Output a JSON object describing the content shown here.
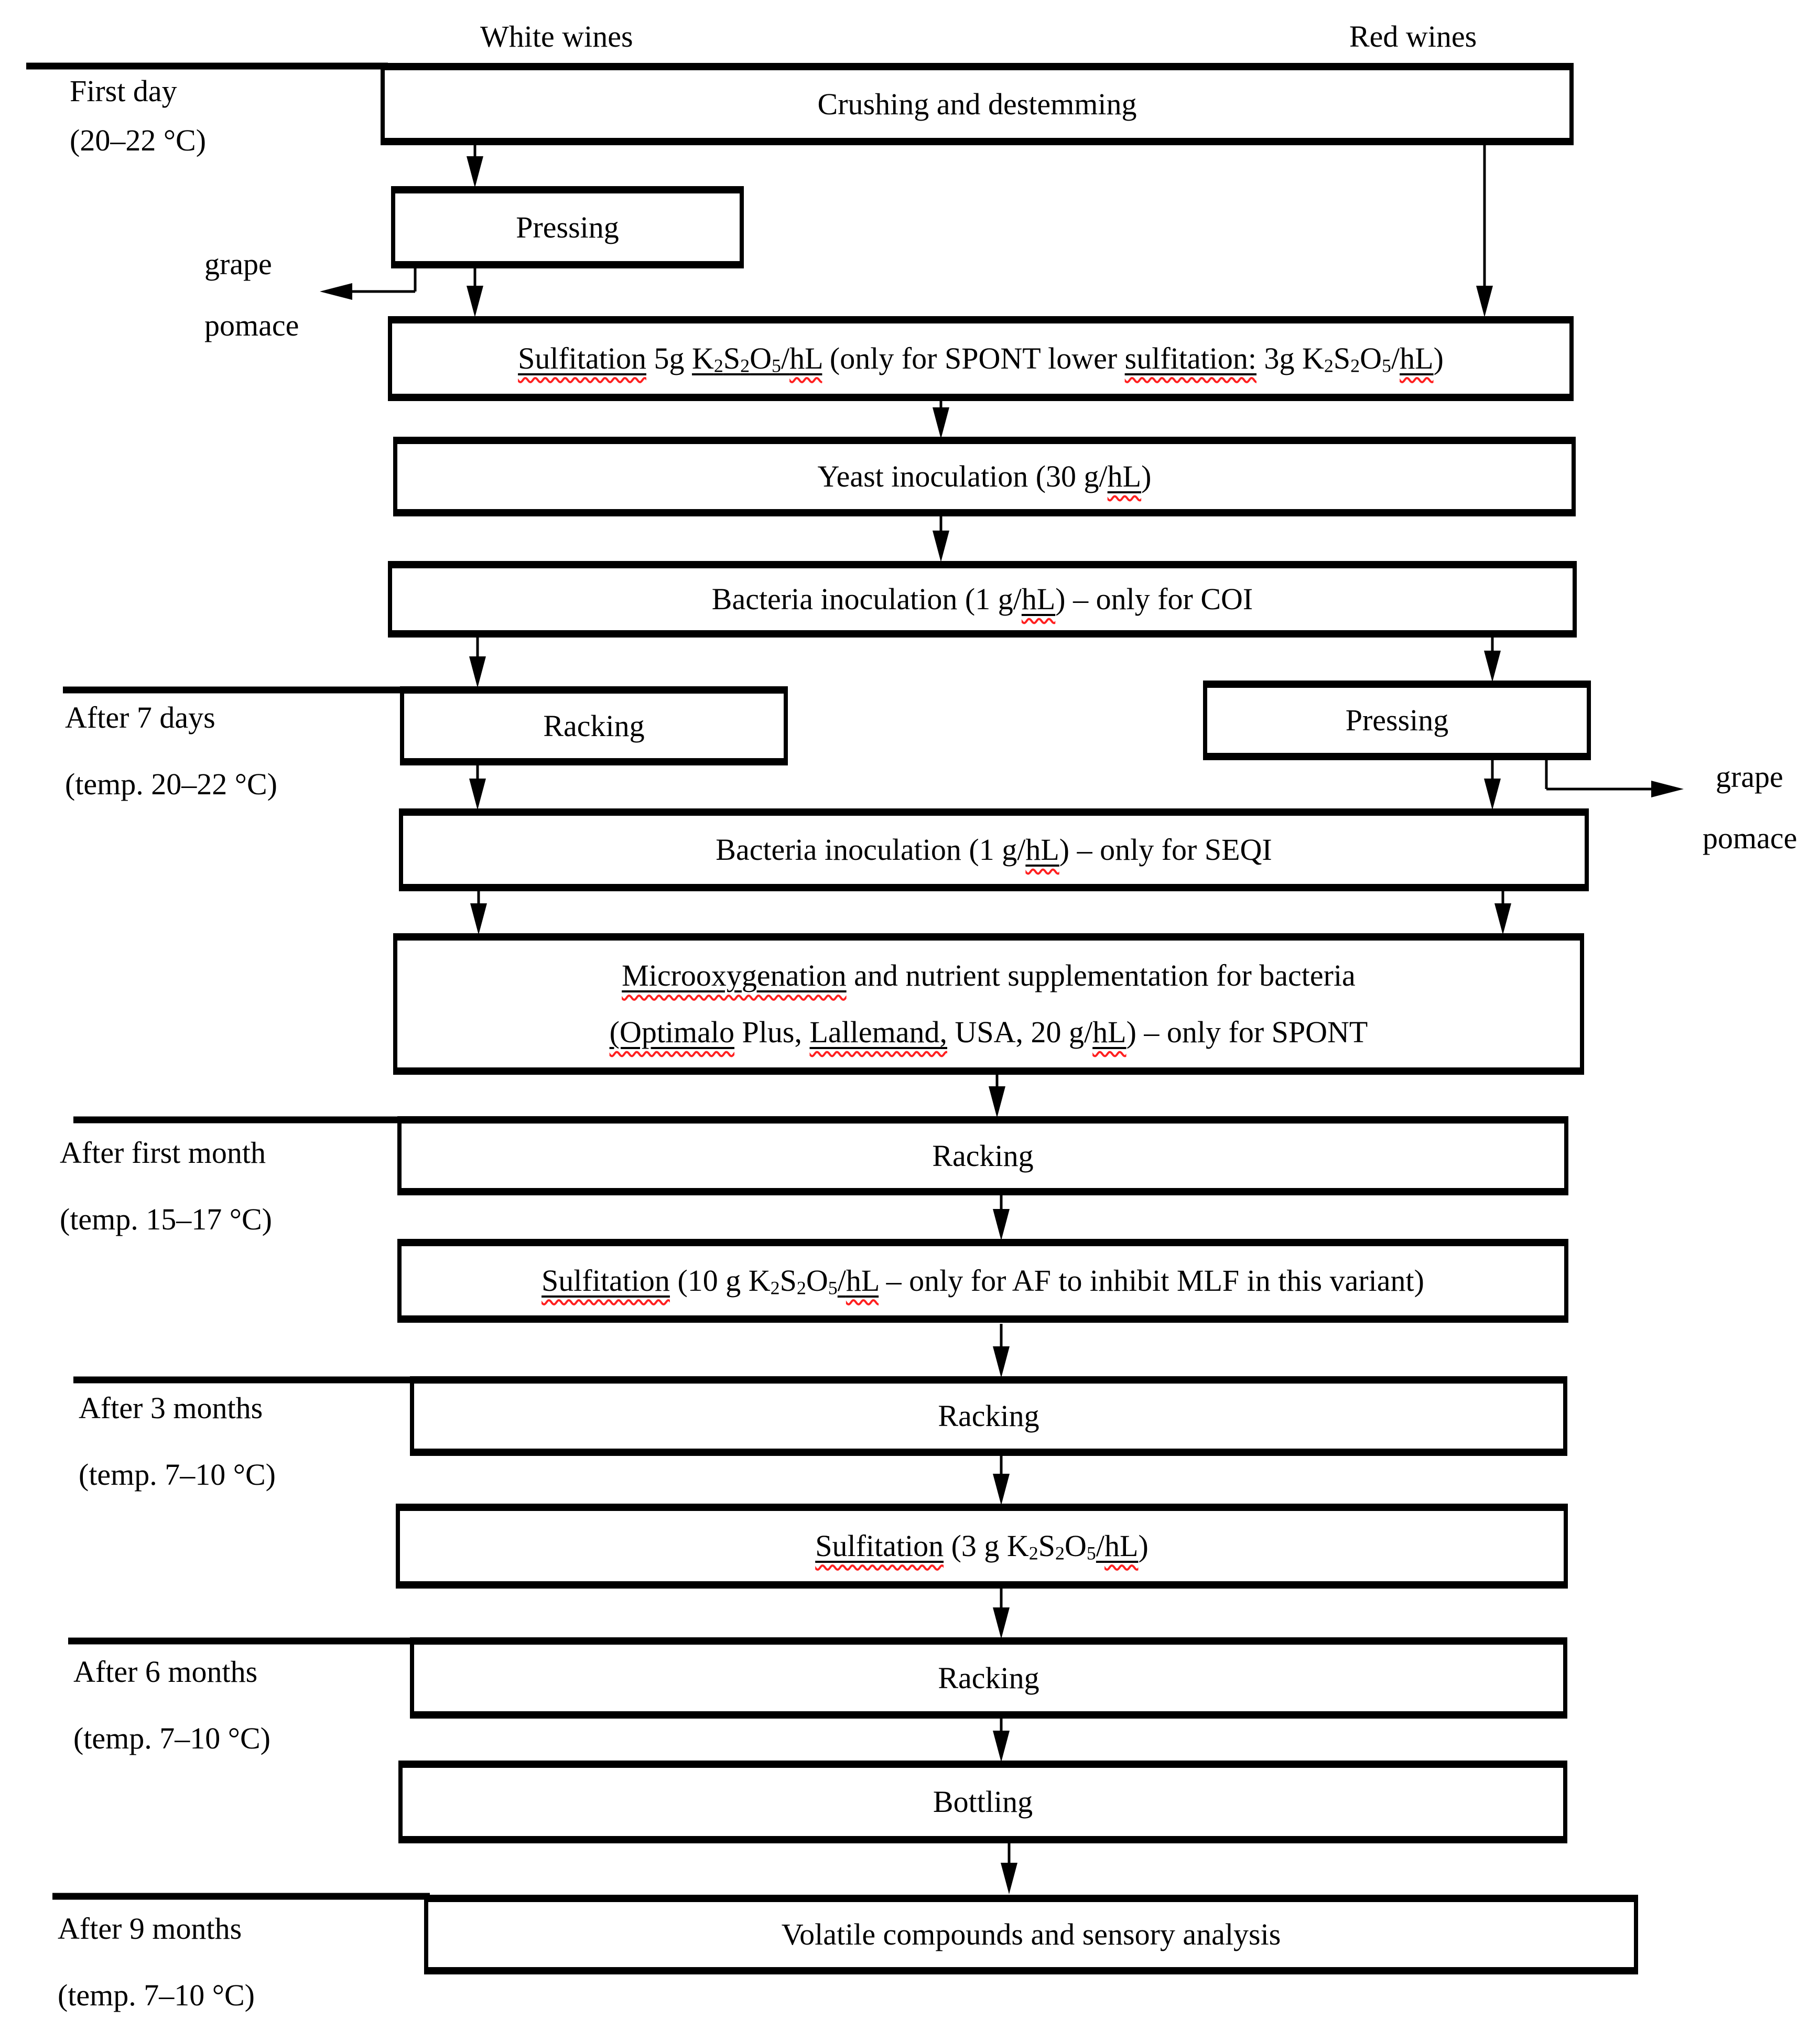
{
  "flow": {
    "colors": {
      "ink": "#000000",
      "squiggle": "#ff2020",
      "background": "#ffffff"
    },
    "column_labels": {
      "white": "White wines",
      "red": "Red wines"
    },
    "timeline": [
      {
        "line1": "First day",
        "line2": "(20–22 °C)"
      },
      {
        "line1": "After 7 days",
        "line2": "(temp. 20–22 °C)"
      },
      {
        "line1": "After first month",
        "line2": "(temp. 15–17 °C)"
      },
      {
        "line1": "After 3 months",
        "line2": "(temp. 7–10 °C)"
      },
      {
        "line1": "After 6 months",
        "line2": "(temp. 7–10 °C)"
      },
      {
        "line1": "After 9 months",
        "line2": "(temp. 7–10 °C)"
      }
    ],
    "byproduct": {
      "left": [
        "grape",
        "pomace"
      ],
      "right": [
        "grape",
        "pomace"
      ]
    },
    "boxes": {
      "crushing": "Crushing and destemming",
      "pressing_white": "Pressing",
      "sulfitation_initial": [
        {
          "t": "Sulfitation",
          "u": true,
          "sq": true
        },
        {
          "t": " 5g "
        },
        {
          "t": "K",
          "u": true
        },
        {
          "t": "2",
          "u": true,
          "sub": true
        },
        {
          "t": "S",
          "u": true
        },
        {
          "t": "2",
          "u": true,
          "sub": true
        },
        {
          "t": "O",
          "u": true
        },
        {
          "t": "5",
          "u": true,
          "sub": true
        },
        {
          "t": "/",
          "u": true
        },
        {
          "t": "hL",
          "u": true,
          "sq": true
        },
        {
          "t": " (only for SPONT lower "
        },
        {
          "t": "sulfitation:",
          "u": true,
          "sq": true
        },
        {
          "t": " 3g K"
        },
        {
          "t": "2",
          "sub": true
        },
        {
          "t": "S"
        },
        {
          "t": "2",
          "sub": true
        },
        {
          "t": "O"
        },
        {
          "t": "5",
          "sub": true
        },
        {
          "t": "/"
        },
        {
          "t": "hL",
          "u": true,
          "sq": true
        },
        {
          "t": ")"
        }
      ],
      "yeast": [
        {
          "t": "Yeast inoculation (30 g/"
        },
        {
          "t": "hL",
          "u": true,
          "sq": true
        },
        {
          "t": ")"
        }
      ],
      "bacteria_coi": [
        {
          "t": "Bacteria inoculation (1 g/"
        },
        {
          "t": "hL",
          "u": true,
          "sq": true
        },
        {
          "t": ") – only for COI"
        }
      ],
      "racking_7d": "Racking",
      "pressing_red": "Pressing",
      "bacteria_seqi": [
        {
          "t": "Bacteria inoculation (1 g/"
        },
        {
          "t": "hL",
          "u": true,
          "sq": true
        },
        {
          "t": ") – only for SEQI"
        }
      ],
      "micro_line1": [
        {
          "t": "Microoxygenation",
          "u": true,
          "sq": true
        },
        {
          "t": " and nutrient supplementation for bacteria"
        }
      ],
      "micro_line2": [
        {
          "t": "(Optimalo",
          "u": true,
          "sq": true
        },
        {
          "t": " Plus, "
        },
        {
          "t": "Lallemand,",
          "u": true,
          "sq": true
        },
        {
          "t": " USA, 20 g/"
        },
        {
          "t": "hL",
          "u": true,
          "sq": true
        },
        {
          "t": ") – only for SPONT"
        }
      ],
      "racking_1m": "Racking",
      "sulfitation_10g": [
        {
          "t": "Sulfitation",
          "u": true,
          "sq": true
        },
        {
          "t": " (10 g K"
        },
        {
          "t": "2",
          "sub": true
        },
        {
          "t": "S"
        },
        {
          "t": "2",
          "sub": true
        },
        {
          "t": "O"
        },
        {
          "t": "5",
          "sub": true
        },
        {
          "t": "/",
          "u": true
        },
        {
          "t": "hL",
          "u": true,
          "sq": true
        },
        {
          "t": " – only for AF to inhibit MLF in this variant)"
        }
      ],
      "racking_3m": "Racking",
      "sulfitation_3g": [
        {
          "t": "Sulfitation",
          "u": true,
          "sq": true
        },
        {
          "t": " (3 g K"
        },
        {
          "t": "2",
          "sub": true
        },
        {
          "t": "S"
        },
        {
          "t": "2",
          "sub": true
        },
        {
          "t": "O"
        },
        {
          "t": "5",
          "sub": true
        },
        {
          "t": "/",
          "u": true
        },
        {
          "t": "hL",
          "u": true,
          "sq": true
        },
        {
          "t": ")"
        }
      ],
      "racking_6m": "Racking",
      "bottling": "Bottling",
      "volatile": "Volatile compounds and sensory analysis"
    }
  }
}
